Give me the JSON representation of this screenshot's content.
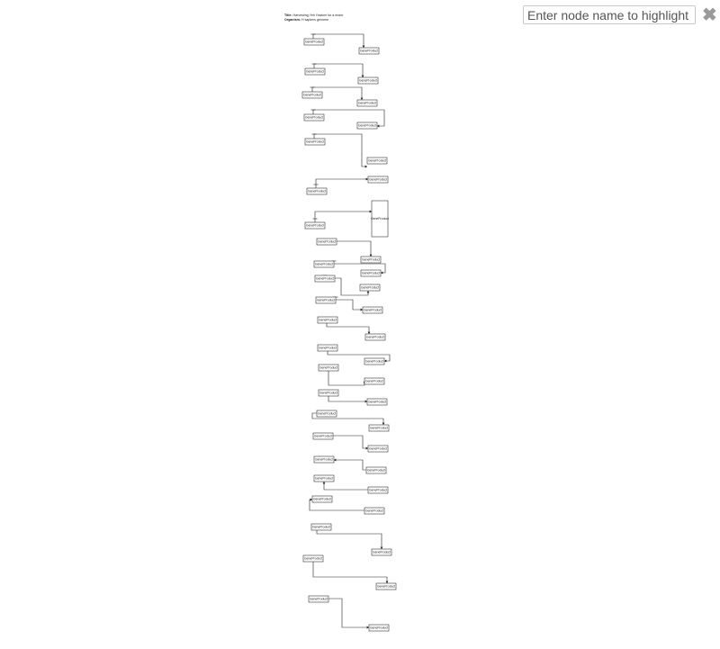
{
  "header": {
    "title_label": "Title:",
    "title_value": "Harvesting Yeh Yowlum for a motor",
    "organism_label": "Organism:",
    "organism_value": "H sapiens genome"
  },
  "search": {
    "placeholder": "Enter node name to highlight",
    "clear_label": "✖"
  },
  "node_label": "GeneProduct",
  "colors": {
    "stroke": "#333333",
    "text": "#222222",
    "clear_icon": "#9a9a9a"
  }
}
